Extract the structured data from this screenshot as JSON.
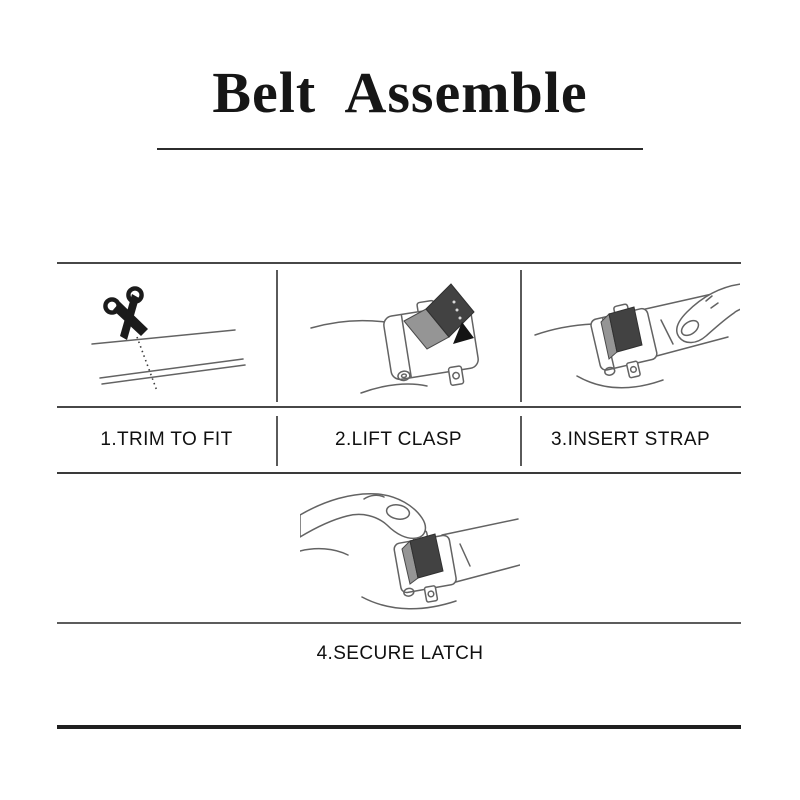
{
  "page": {
    "title": "Belt Assemble",
    "background": "#ffffff",
    "ink_color": "#161616",
    "line_art_color": "#636363",
    "rule_color": "#3a3a3a",
    "clasp_dark_color": "#424242",
    "clasp_light_color": "#959595",
    "arrow_color": "#141414"
  },
  "steps": [
    {
      "label": "1.TRIM TO FIT",
      "illustration": "scissors-trimming-belt"
    },
    {
      "label": "2.LIFT CLASP",
      "illustration": "buckle-clasp-lifted-with-arrow"
    },
    {
      "label": "3.INSERT STRAP",
      "illustration": "finger-inserting-strap-into-buckle"
    },
    {
      "label": "4.SECURE LATCH",
      "illustration": "thumb-pressing-latch-closed"
    }
  ]
}
